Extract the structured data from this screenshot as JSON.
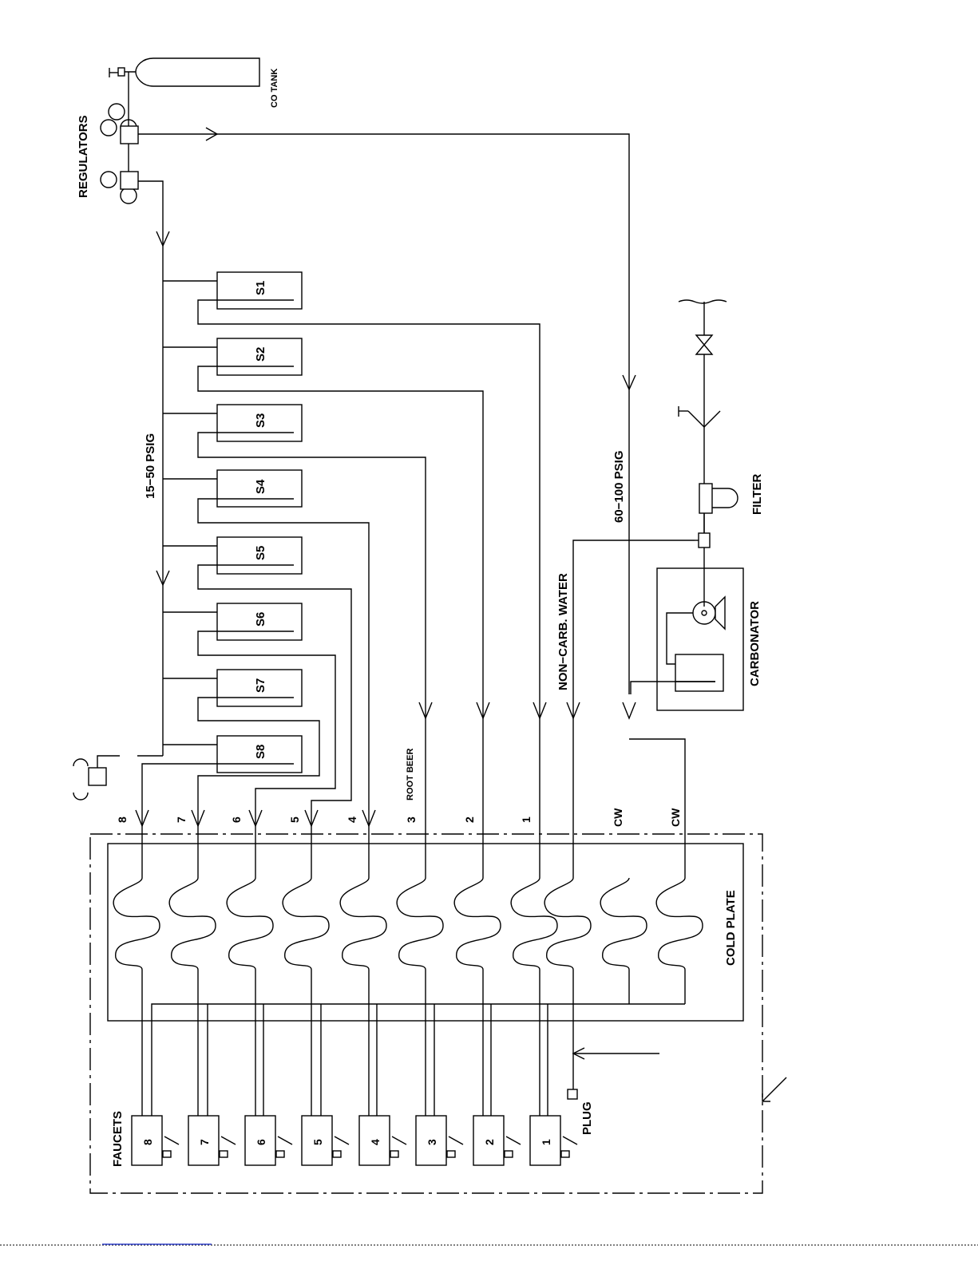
{
  "labels": {
    "co_tank": "CO TANK",
    "regulators": "REGULATORS",
    "psig_low": "15−50 PSIG",
    "psig_high": "60−100 PSIG",
    "filter": "FILTER",
    "carbonator": "CARBONATOR",
    "non_carb_water": "NON−CARB.  WATER",
    "cold_plate": "COLD PLATE",
    "faucets": "FAUCETS",
    "plug": "PLUG",
    "root_beer": "ROOT BEER"
  },
  "syrup_tanks": [
    "S1",
    "S2",
    "S3",
    "S4",
    "S5",
    "S6",
    "S7",
    "S8"
  ],
  "line_numbers": [
    "8",
    "7",
    "6",
    "5",
    "4",
    "3",
    "2",
    "1"
  ],
  "cw_labels": [
    "CW",
    "CW"
  ],
  "faucet_numbers": [
    "8",
    "7",
    "6",
    "5",
    "4",
    "3",
    "2",
    "1"
  ]
}
